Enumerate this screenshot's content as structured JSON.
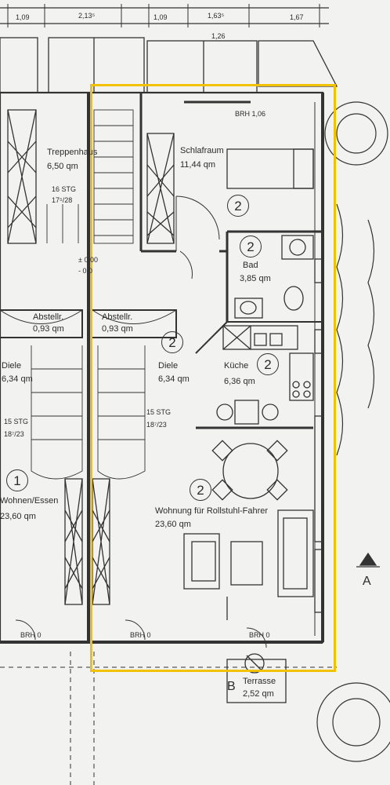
{
  "dimensions_top": [
    "1,09",
    "2,13⁵",
    "1,09",
    "1,63⁵",
    "1,67",
    "1,26"
  ],
  "rooms": {
    "treppenhaus": {
      "name": "Treppenhaus",
      "area": "6,50 qm",
      "steps": "16 STG",
      "ratio": "17⁵/28"
    },
    "schlafraum": {
      "name": "Schlafraum",
      "area": "11,44 qm",
      "number": "2"
    },
    "bad": {
      "name": "Bad",
      "area": "3,85 qm",
      "number": "2"
    },
    "kueche": {
      "name": "Küche",
      "area": "6,36 qm",
      "number": "2"
    },
    "abstell_left": {
      "name": "Abstellr.",
      "area": "0,93 qm"
    },
    "abstell_right": {
      "name": "Abstellr.",
      "area": "0,93 qm"
    },
    "diele_left": {
      "name": "Diele",
      "area": "6,34 qm"
    },
    "diele_right": {
      "name": "Diele",
      "area": "6,34 qm",
      "number": "2"
    },
    "wohnen_left": {
      "name": "Wohnen/Essen",
      "area": "23,60 qm",
      "number": "1"
    },
    "wohnung": {
      "name": "Wohnung für Rollstuhl-Fahrer",
      "area": "23,60 qm",
      "number": "2"
    },
    "terrasse": {
      "name": "Terrasse",
      "area": "2,52 qm"
    }
  },
  "stairs_left": {
    "steps": "15 STG",
    "ratio": "18⁷/23"
  },
  "stairs_right": {
    "steps": "15 STG",
    "ratio": "18⁷/23"
  },
  "brh": {
    "top": "BRH 1,06",
    "bottom_left": "BRH 0",
    "bottom_mid": "BRH 0",
    "bottom_right": "BRH 0"
  },
  "level_marks": {
    "upper": "± 0,00 ",
    "lower": "- 0,0 "
  },
  "section_marker": "A",
  "section_b": "B",
  "colors": {
    "highlight": "#f2c200",
    "line": "#333333",
    "paper": "#f2f2f0"
  }
}
